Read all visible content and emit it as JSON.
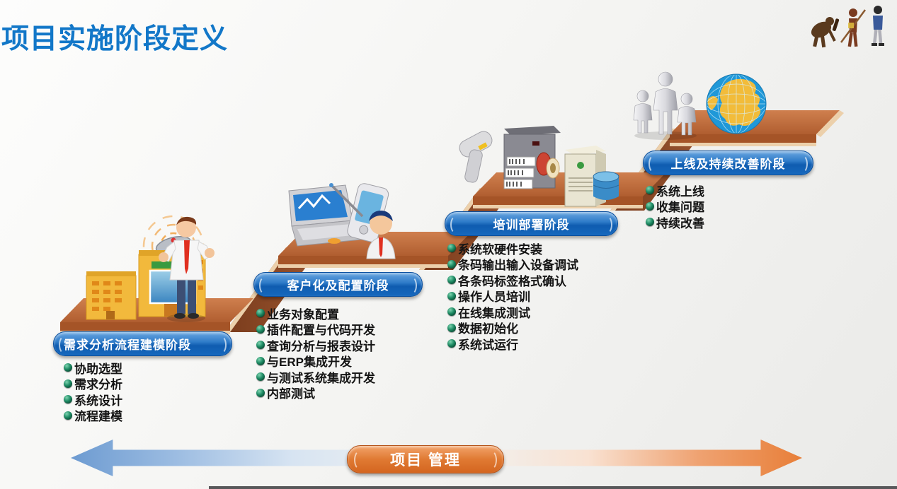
{
  "slide": {
    "title": "项目实施阶段定义",
    "footer_arrow_label": "项目  管理"
  },
  "phases": [
    {
      "banner": "需求分析流程建模阶段",
      "items": [
        "协助选型",
        "需求分析",
        "系统设计",
        "流程建模"
      ]
    },
    {
      "banner": "客户化及配置阶段",
      "items": [
        "业务对象配置",
        "插件配置与代码开发",
        "查询分析与报表设计",
        "与ERP集成开发",
        "与测试系统集成开发",
        "内部测试"
      ]
    },
    {
      "banner": "培训部署阶段",
      "items": [
        "系统软硬件安装",
        "条码输出输入设备调试",
        "各条码标签格式确认",
        "操作人员培训",
        "在线集成测试",
        "数据初始化",
        "系统试运行"
      ]
    },
    {
      "banner": "上线及持续改善阶段",
      "items": [
        "系统上线",
        "收集问题",
        "持续改善"
      ]
    }
  ],
  "colors": {
    "title_blue": "#1277c8",
    "banner_blue": "#1565c0",
    "step_copper": "#bf6b3a",
    "step_shadow": "#8a4a28",
    "step_highlight": "#ecd0ab",
    "arrow_blue": "#6d9bd1",
    "arrow_orange": "#e87f39",
    "bullet_green": "#1d8a63"
  },
  "icons": {
    "staircase": "4-step ascending copper staircase",
    "evolution": "evolution-of-man figures",
    "step1": "buildings with satellite dish + businessman",
    "step2": "laptop, pda, person",
    "step3": "barcode scanner, label printer, server, database",
    "step4": "team figures + globe"
  }
}
